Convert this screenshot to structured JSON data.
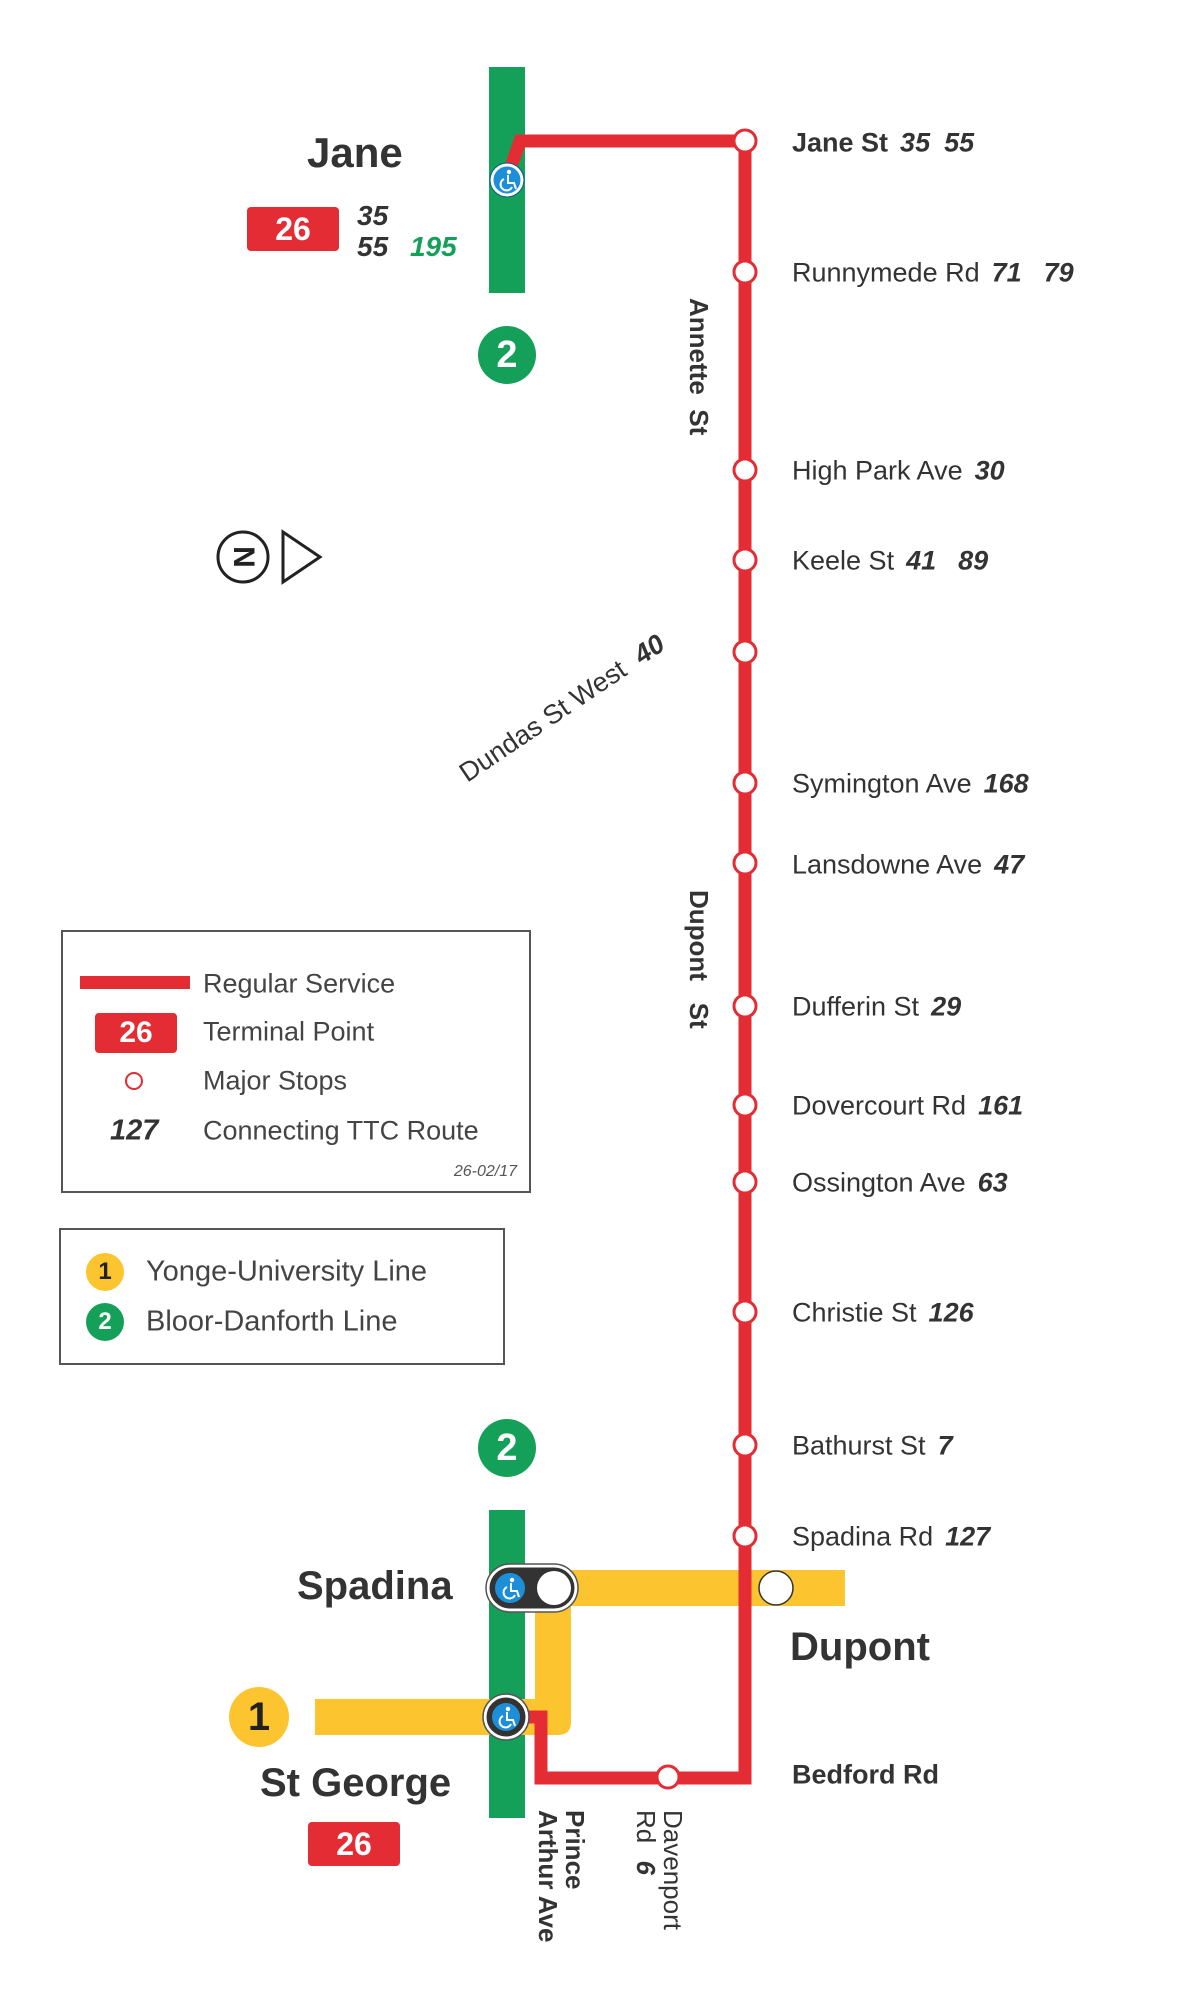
{
  "map": {
    "route_number": "26",
    "colors": {
      "regular_service": "#e32c33",
      "line1_yonge_university": "#fcc52f",
      "line2_bloor_danforth": "#15a05a",
      "accessible_icon": "#1d8fd8",
      "text": "#333333"
    },
    "stations": {
      "jane": {
        "name": "Jane",
        "terminal_badge": "26",
        "connecting_routes": [
          "35",
          "55"
        ],
        "express_route": "195",
        "subway_line": "2"
      },
      "spadina": {
        "name": "Spadina"
      },
      "dupont": {
        "name": "Dupont"
      },
      "st_george": {
        "name": "St George",
        "terminal_badge": "26",
        "subway_line": "1"
      },
      "bloor_line_marker": "2"
    },
    "stops": [
      {
        "name": "Jane St",
        "routes": [
          "35",
          "55"
        ],
        "bold": true
      },
      {
        "name": "Runnymede Rd",
        "routes": [
          "71",
          "79"
        ]
      },
      {
        "name": "High Park Ave",
        "routes": [
          "30"
        ]
      },
      {
        "name": "Keele St",
        "routes": [
          "41",
          "89"
        ]
      },
      {
        "name": "Symington Ave",
        "routes": [
          "168"
        ]
      },
      {
        "name": "Lansdowne Ave",
        "routes": [
          "47"
        ]
      },
      {
        "name": "Dufferin St",
        "routes": [
          "29"
        ]
      },
      {
        "name": "Dovercourt Rd",
        "routes": [
          "161"
        ]
      },
      {
        "name": "Ossington Ave",
        "routes": [
          "63"
        ]
      },
      {
        "name": "Christie St",
        "routes": [
          "126"
        ]
      },
      {
        "name": "Bathurst St",
        "routes": [
          "7"
        ]
      },
      {
        "name": "Spadina Rd",
        "routes": [
          "127"
        ]
      },
      {
        "name": "Bedford Rd",
        "routes": [],
        "bold": true
      }
    ],
    "angled_stop": {
      "name": "Dundas St West",
      "route": "40"
    },
    "bottom_stops": {
      "davenport": {
        "line1": "Davenport",
        "line2": "Rd",
        "route": "6"
      },
      "prince_arthur": {
        "line1": "Prince",
        "line2": "Arthur Ave"
      }
    },
    "streets": {
      "annette": "Annette  St",
      "dupont": "Dupont   St"
    },
    "north_arrow": {
      "letter": "N"
    }
  },
  "legend": {
    "items": [
      {
        "symbol": "red-line",
        "label": "Regular Service"
      },
      {
        "symbol": "badge",
        "badge_text": "26",
        "label": "Terminal Point"
      },
      {
        "symbol": "circle",
        "label": "Major Stops"
      },
      {
        "symbol": "route-number",
        "route_text": "127",
        "label": "Connecting TTC Route"
      }
    ],
    "date": "26-02/17",
    "lines": [
      {
        "number": "1",
        "label": "Yonge-University Line"
      },
      {
        "number": "2",
        "label": "Bloor-Danforth Line"
      }
    ]
  }
}
